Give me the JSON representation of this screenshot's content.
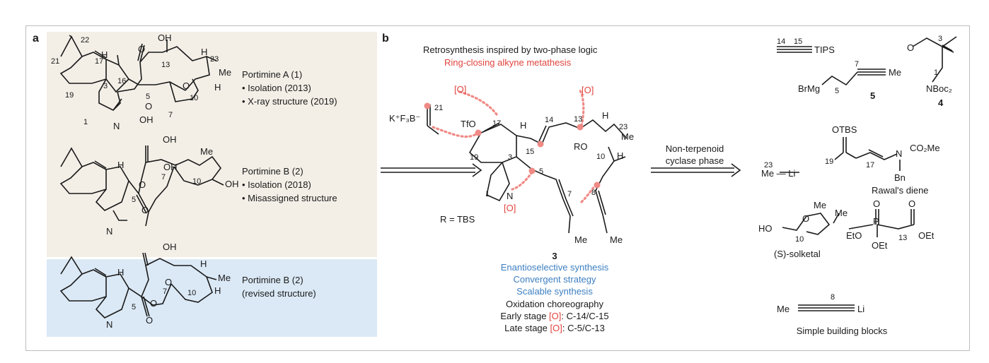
{
  "panel_a": {
    "label": "a",
    "compound1": {
      "name": "Portimine A (1)",
      "bullet1": "• Isolation (2013)",
      "bullet2": "• X-ray structure (2019)"
    },
    "compound2": {
      "name": "Portimine B (2)",
      "bullet1": "• Isolation (2018)",
      "bullet2": "• Misassigned structure"
    },
    "compound3": {
      "name": "Portimine B (2)",
      "note": "(revised structure)"
    },
    "atoms1": {
      "oh": "OH",
      "c22": "22",
      "c21": "21",
      "c17": "17",
      "h16": "H",
      "c16": "16",
      "c13": "13",
      "c23": "23",
      "me": "Me",
      "h": "H",
      "o_ring": "O",
      "h10": "H",
      "c10": "10",
      "c19": "19",
      "c3": "3",
      "c5": "5",
      "o5": "O",
      "c7": "7",
      "c1": "1",
      "n": "N",
      "oh5": "OH"
    },
    "atoms2": {
      "oh": "OH",
      "oh7": "OH",
      "me": "Me",
      "h": "H",
      "c7": "7",
      "c10": "10",
      "oh10": "OH",
      "c5": "5",
      "o": "O",
      "n": "N"
    },
    "atoms3": {
      "oh": "OH",
      "h": "H",
      "me": "Me",
      "c7": "7",
      "c10": "10",
      "h10": "H",
      "c5": "5",
      "o": "O",
      "n": "N"
    }
  },
  "panel_b": {
    "label": "b",
    "heading": "Retrosynthesis inspired by two-phase logic",
    "subheading": "Ring-closing alkyne metathesis",
    "reagent_k": "K⁺F₃B⁻",
    "c21": "21",
    "tfo": "TfO",
    "c17": "17",
    "c19": "19",
    "c3": "3",
    "c15": "15",
    "c14": "14",
    "c13": "13",
    "c5": "5",
    "c7": "7",
    "c8": "8",
    "c10": "10",
    "c1": "1",
    "c23": "23",
    "h": "H",
    "me": "Me",
    "ro": "RO",
    "n": "N",
    "ox": "[O]",
    "r_def": "R = TBS",
    "compound_num": "3",
    "features": [
      "Enantioselective synthesis",
      "Convergent strategy",
      "Scalable synthesis"
    ],
    "choreography_title": "Oxidation choreography",
    "early_prefix": "Early stage ",
    "early_suffix": ": C-14/C-15",
    "late_prefix": "Late stage ",
    "late_suffix": ": C-5/C-13",
    "phase_label_1": "Non-terpenoid",
    "phase_label_2": "cyclase phase"
  },
  "building_blocks": {
    "tips": {
      "c14": "14",
      "c15": "15",
      "tips": "TIPS"
    },
    "grignard": {
      "brmg": "BrMg",
      "c5": "5",
      "c7": "7",
      "me": "Me",
      "num": "5"
    },
    "aldehyde": {
      "o": "O",
      "c3": "3",
      "c1": "1",
      "nboc": "NBoc₂",
      "num": "4"
    },
    "meli": {
      "c23": "23",
      "meli": "Me — Li"
    },
    "diene": {
      "otbs": "OTBS",
      "c19": "19",
      "c17": "17",
      "n": "N",
      "co2me": "CO₂Me",
      "bn": "Bn",
      "name": "Rawal's diene"
    },
    "solketal": {
      "me1": "Me",
      "me2": "Me",
      "o": "O",
      "ho": "HO",
      "c10": "10",
      "name": "(S)-solketal"
    },
    "phosphonate": {
      "o1": "O",
      "o2": "O",
      "p": "P",
      "eto": "EtO",
      "oet": "OEt",
      "c13": "13",
      "oet2": "OEt"
    },
    "propynyl": {
      "me": "Me",
      "c8": "8",
      "li": "Li"
    },
    "footer": "Simple building blocks"
  }
}
